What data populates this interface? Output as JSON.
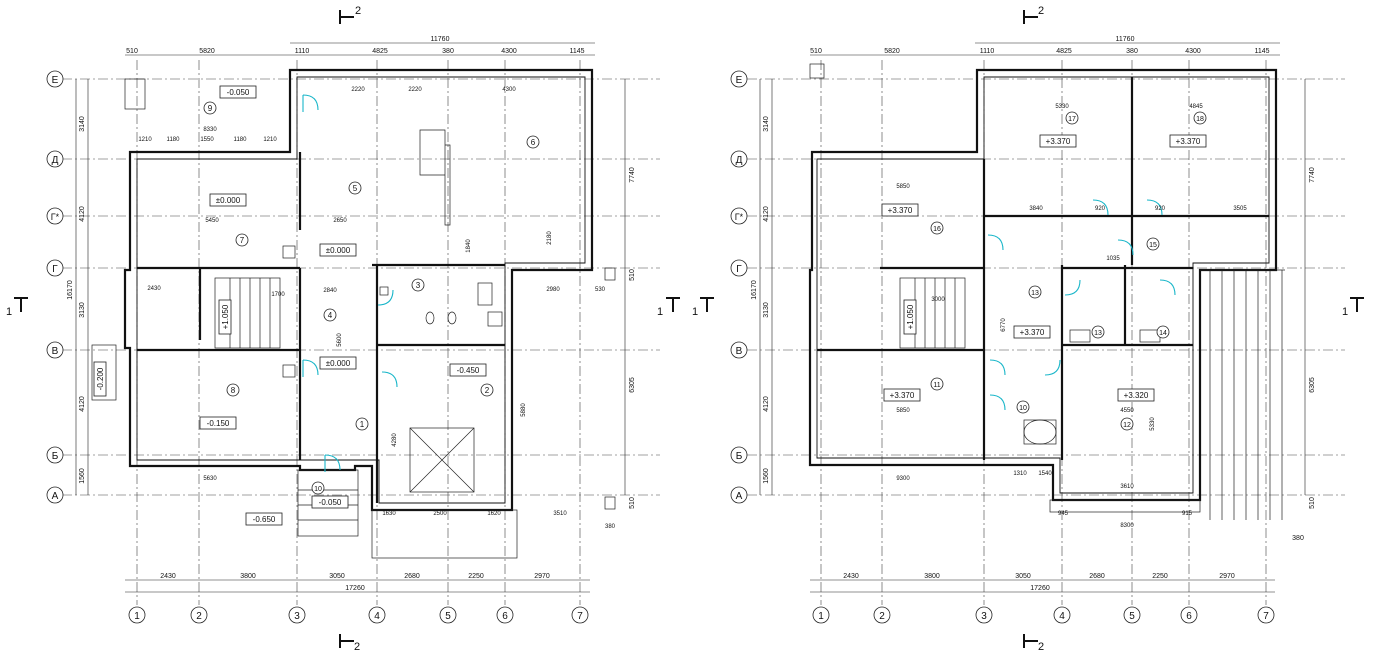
{
  "section_marks": [
    "2",
    "2",
    "1",
    "1"
  ],
  "axes": {
    "letters": [
      "Е",
      "Д",
      "Г*",
      "Г",
      "В",
      "Б",
      "А"
    ],
    "numbers": [
      "1",
      "2",
      "3",
      "4",
      "5",
      "6",
      "7"
    ]
  },
  "plans": [
    {
      "id": "ground",
      "top_dims": [
        "510",
        "5820",
        "1110",
        "4825",
        "380",
        "4300",
        "1145"
      ],
      "overall_top": "11760",
      "bottom_dims": [
        "2430",
        "3800",
        "3050",
        "2680",
        "2250",
        "2970"
      ],
      "overall_bottom": "17260",
      "left_dims": [
        "3140",
        "4120",
        "3130",
        "4120",
        "1560"
      ],
      "overall_left": "16170",
      "right_dims": [
        "7740",
        "6305",
        "510",
        "510"
      ],
      "elevations": [
        "-0.050",
        "±0.000",
        "±0.000",
        "+1.050",
        "±0.000",
        "-0.450",
        "-0.200",
        "-0.150",
        "-0.050",
        "-0.650"
      ],
      "room_numbers": [
        "9",
        "5",
        "6",
        "7",
        "4",
        "3",
        "2",
        "8",
        "1",
        "10"
      ],
      "misc_dims": [
        "8330",
        "1210",
        "1180",
        "1550",
        "1180",
        "1210",
        "5450",
        "2650",
        "2220",
        "2220",
        "4300",
        "1840",
        "2180",
        "2840",
        "5600",
        "1700",
        "2430",
        "5630",
        "3510",
        "1630",
        "2500",
        "1620",
        "5880",
        "4280",
        "380",
        "530",
        "2980"
      ]
    },
    {
      "id": "upper",
      "top_dims": [
        "510",
        "5820",
        "1110",
        "4825",
        "380",
        "4300",
        "1145"
      ],
      "overall_top": "11760",
      "bottom_dims": [
        "2430",
        "3800",
        "3050",
        "2680",
        "2250",
        "2970"
      ],
      "overall_bottom": "17260",
      "left_dims": [
        "3140",
        "4120",
        "3130",
        "4120",
        "1560"
      ],
      "overall_left": "16170",
      "right_dims": [
        "7740",
        "6305",
        "510",
        "380"
      ],
      "elevations": [
        "+3.370",
        "+3.370",
        "+3.370",
        "+1.050",
        "+3.370",
        "+3.370",
        "+3.320"
      ],
      "room_numbers": [
        "17",
        "18",
        "16",
        "15",
        "13",
        "13",
        "14",
        "11",
        "10",
        "12"
      ],
      "misc_dims": [
        "5330",
        "4845",
        "5850",
        "3840",
        "3505",
        "920",
        "920",
        "1035",
        "3000",
        "6770",
        "5850",
        "4550",
        "5330",
        "9300",
        "3610",
        "8300",
        "1310",
        "1540",
        "945",
        "915"
      ]
    }
  ],
  "colors": {
    "line": "#111111",
    "door": "#19b6c9",
    "marker": "#1a1aff"
  }
}
